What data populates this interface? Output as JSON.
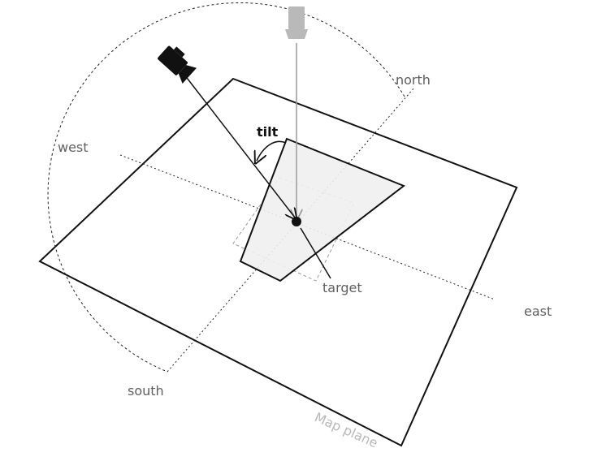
{
  "labels": {
    "north": "north",
    "south": "south",
    "east": "east",
    "west": "west",
    "tilt": "tilt",
    "target": "target",
    "map_plane": "Map plane"
  },
  "colors": {
    "ink": "#111111",
    "muted_text": "#5f5f5f",
    "faint_text": "#b8b8b8",
    "camera_gray": "#b9b9b9",
    "footprint_fill": "#efefef",
    "dashed_gray": "#9a9a9a"
  },
  "icons": {
    "tilted_camera": "camera-icon",
    "overhead_camera": "camera-icon"
  }
}
